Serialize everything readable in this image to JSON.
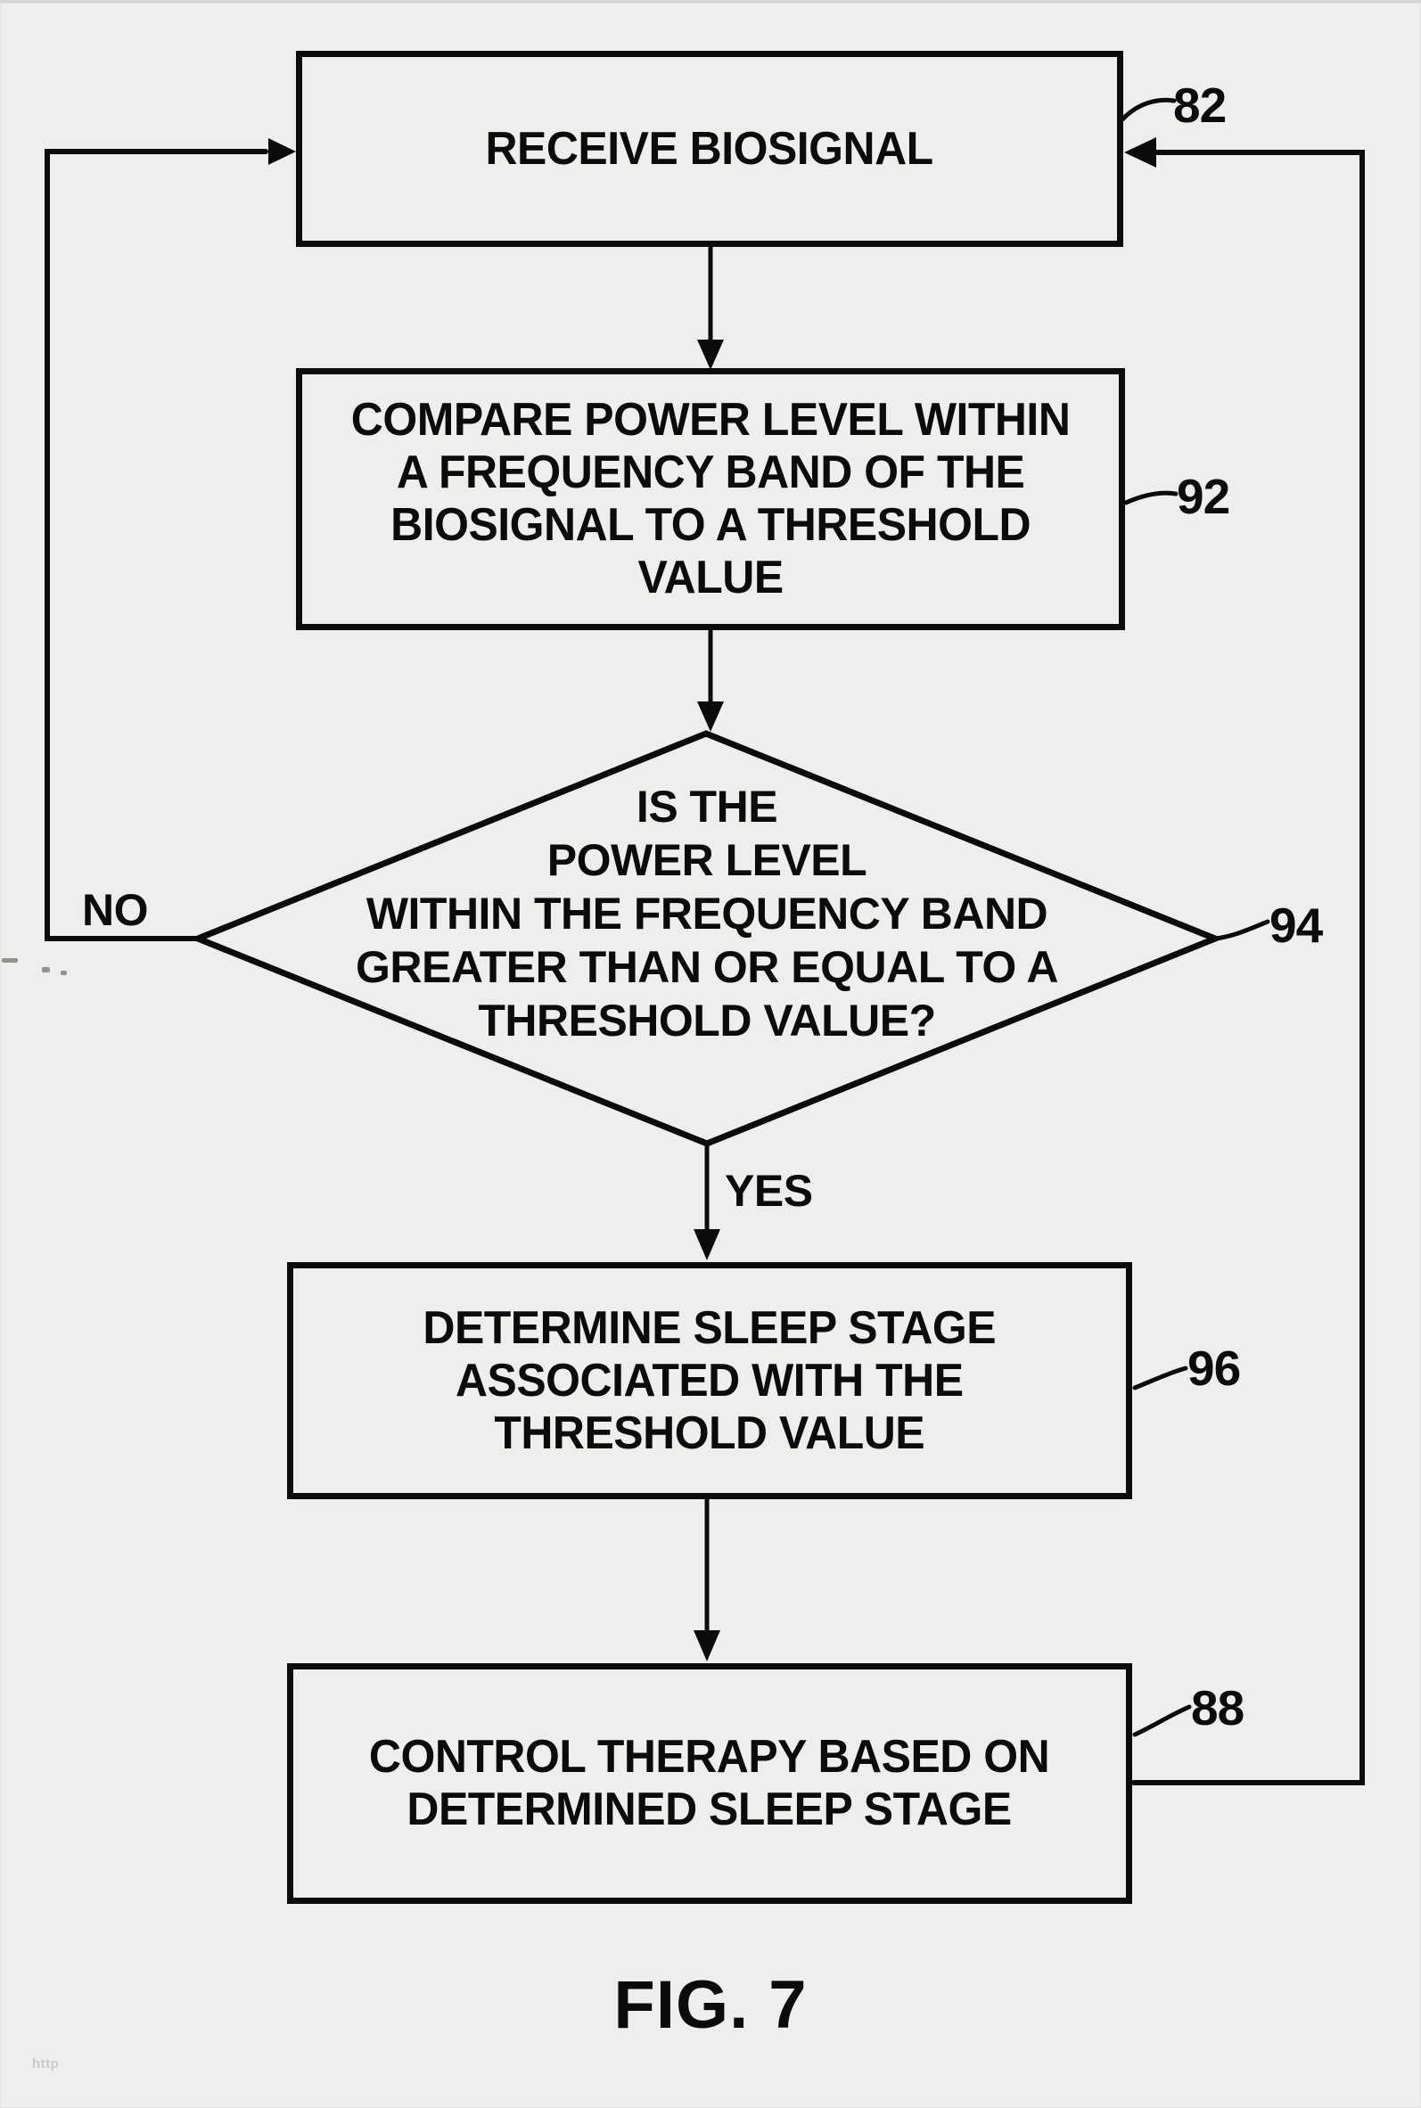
{
  "figure": {
    "caption": "FIG. 7",
    "watermark": "http",
    "ink_color": "#0b0b0b",
    "background_color": "#eeeeec"
  },
  "nodes": {
    "receive": {
      "ref": "82",
      "lines": [
        "RECEIVE BIOSIGNAL"
      ]
    },
    "compare": {
      "ref": "92",
      "lines": [
        "COMPARE POWER LEVEL WITHIN",
        "A FREQUENCY BAND OF THE",
        "BIOSIGNAL TO A THRESHOLD",
        "VALUE"
      ]
    },
    "decision": {
      "ref": "94",
      "lines": [
        "IS THE",
        "POWER LEVEL",
        "WITHIN THE FREQUENCY BAND",
        "GREATER THAN OR EQUAL TO A",
        "THRESHOLD VALUE?"
      ]
    },
    "determine": {
      "ref": "96",
      "lines": [
        "DETERMINE SLEEP STAGE",
        "ASSOCIATED WITH THE",
        "THRESHOLD VALUE"
      ]
    },
    "control": {
      "ref": "88",
      "lines": [
        "CONTROL THERAPY BASED ON",
        "DETERMINED SLEEP STAGE"
      ]
    }
  },
  "edges": {
    "no_label": "NO",
    "yes_label": "YES"
  }
}
